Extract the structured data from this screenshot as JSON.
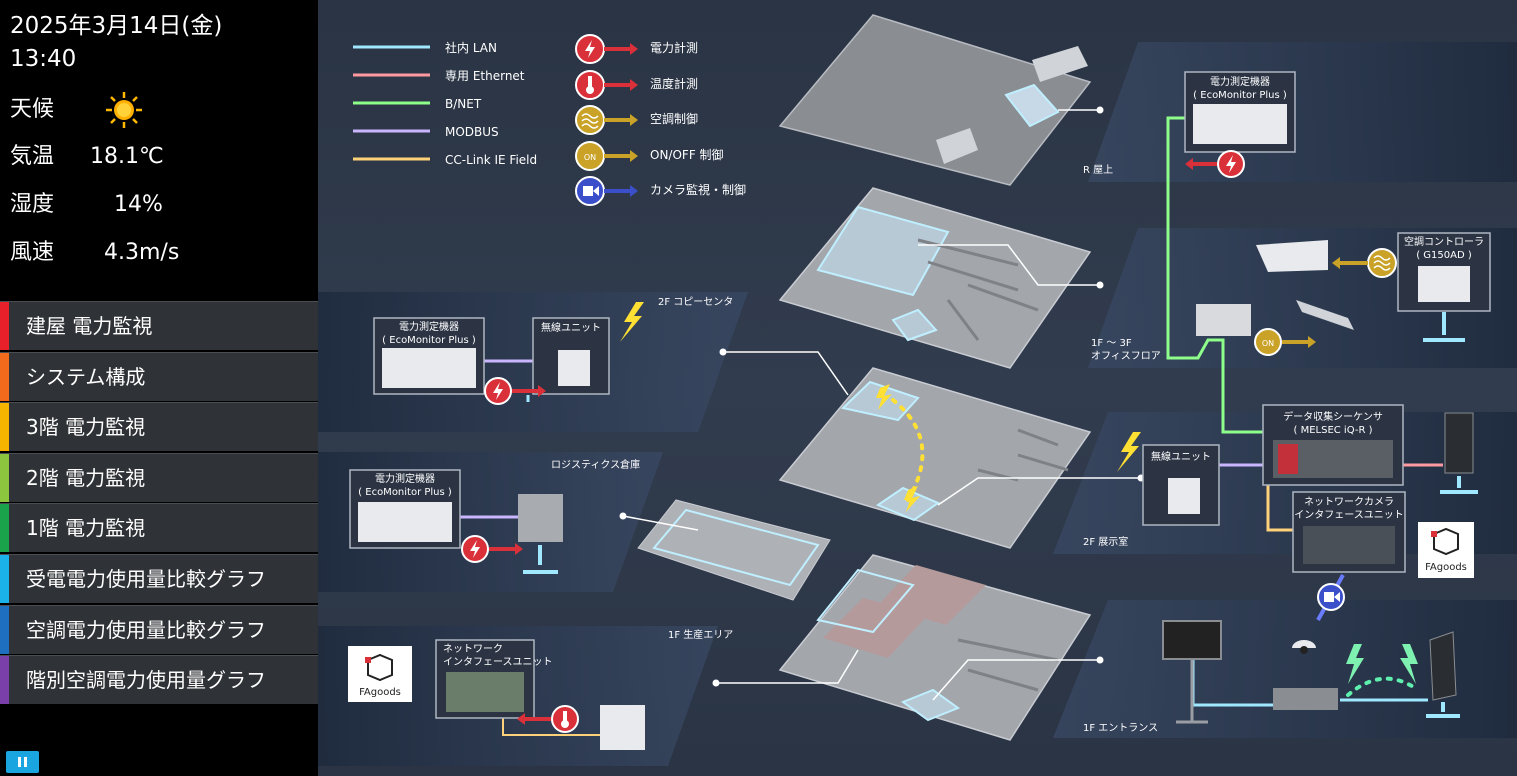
{
  "header": {
    "date": "2025年3月14日(金)",
    "time": "13:40"
  },
  "weather": {
    "condition_label": "天候",
    "condition_icon": "sun-icon",
    "temp_label": "気温",
    "temp_value": "18.1℃",
    "humidity_label": "湿度",
    "humidity_value": "14%",
    "wind_label": "風速",
    "wind_value": "4.3m/s"
  },
  "menu": [
    {
      "label": "建屋 電力監視",
      "color": "#e8202a"
    },
    {
      "label": "システム構成",
      "color": "#f26a1b"
    },
    {
      "label": "3階 電力監視",
      "color": "#f5b400"
    },
    {
      "label": "2階 電力監視",
      "color": "#8cc63f"
    },
    {
      "label": "1階 電力監視",
      "color": "#1aa34a"
    },
    {
      "label": "受電電力使用量比較グラフ",
      "color": "#1ab2e8"
    },
    {
      "label": "空調電力使用量比較グラフ",
      "color": "#1e6fc0"
    },
    {
      "label": "階別空調電力使用量グラフ",
      "color": "#7a3fa8"
    }
  ],
  "legend": {
    "lines": [
      {
        "label": "社内 LAN",
        "color": "#9fe8ff"
      },
      {
        "label": "専用 Ethernet",
        "color": "#ff9aa0"
      },
      {
        "label": "B/NET",
        "color": "#8dff8a"
      },
      {
        "label": "MODBUS",
        "color": "#c9b6ff"
      },
      {
        "label": "CC-Link IE Field",
        "color": "#ffd27a"
      }
    ],
    "icons": [
      {
        "label": "電力計測",
        "color": "#d9303a"
      },
      {
        "label": "温度計測",
        "color": "#d9303a"
      },
      {
        "label": "空調制御",
        "color": "#c9a227"
      },
      {
        "label": "ON/OFF 制御",
        "color": "#c9a227"
      },
      {
        "label": "カメラ監視・制御",
        "color": "#3a4fc9"
      }
    ]
  },
  "zones": {
    "roof": "R 屋上",
    "office": "1F ～ 3F",
    "office2": "オフィスフロア",
    "copy": "2F コピーセンタ",
    "logistics": "ロジスティクス倉庫",
    "showroom": "2F 展示室",
    "production": "1F 生産エリア",
    "entrance": "1F エントランス"
  },
  "devices": {
    "eco_title": "電力測定機器",
    "eco_sub": "( EcoMonitor Plus )",
    "wireless": "無線ユニット",
    "ac_title": "空調コントローラ",
    "ac_sub": "( G150AD )",
    "seq_title": "データ収集シーケンサ",
    "seq_sub": "( MELSEC iQ-R )",
    "cam_title": "ネットワークカメラ",
    "cam_sub": "インタフェースユニット",
    "net_title": "ネットワーク",
    "net_sub": "インタフェースユニット",
    "fagoods": "FAgoods"
  }
}
